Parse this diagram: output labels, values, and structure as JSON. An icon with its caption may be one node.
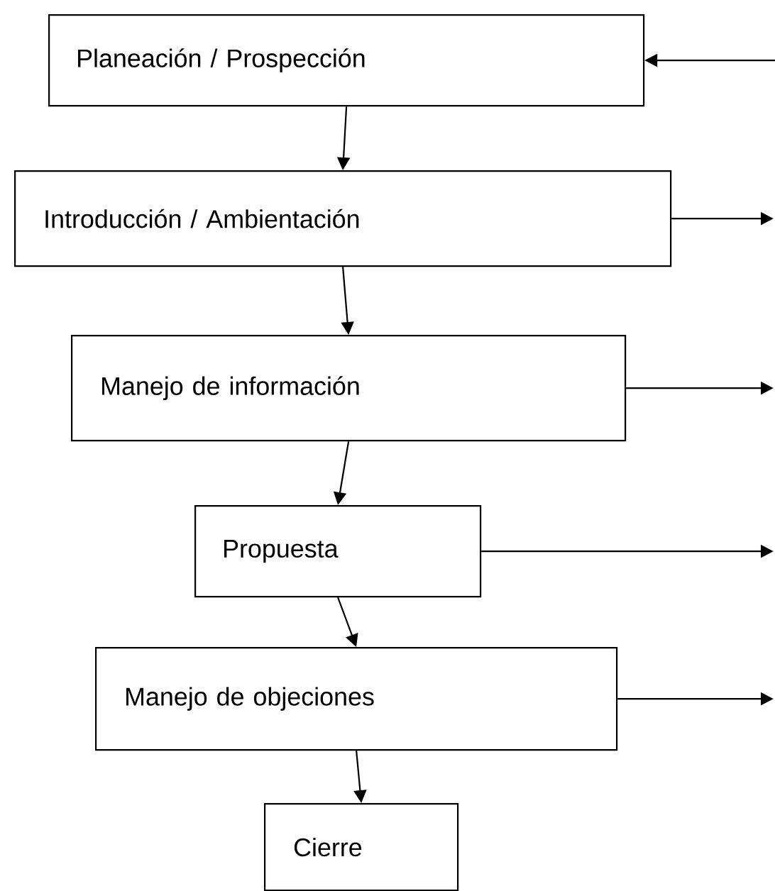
{
  "diagram": {
    "nodes": [
      {
        "text": [
          "Planeación / Prospección"
        ]
      },
      {
        "text": [
          "Introducción / Ambientación"
        ]
      },
      {
        "text": [
          "Manejo de información"
        ]
      },
      {
        "text": [
          "Propuesta"
        ]
      },
      {
        "text": [
          "Manejo de objeciones"
        ]
      },
      {
        "text": [
          "Cierre"
        ]
      }
    ],
    "edges": [
      {
        "from": 0,
        "to": 1,
        "arrow": "to"
      },
      {
        "from": 1,
        "to": 2,
        "arrow": "to"
      },
      {
        "from": 2,
        "to": 3,
        "arrow": "to"
      },
      {
        "from": 3,
        "to": 4,
        "arrow": "to"
      },
      {
        "from": 4,
        "to": 5,
        "arrow": "to"
      },
      {
        "from": null,
        "to": 0,
        "arrow": "to"
      },
      {
        "from": 1,
        "to": null,
        "arrow": "to"
      },
      {
        "from": 2,
        "to": null,
        "arrow": "to"
      },
      {
        "from": 3,
        "to": null,
        "arrow": "to"
      },
      {
        "from": 4,
        "to": null,
        "arrow": "to"
      }
    ]
  }
}
